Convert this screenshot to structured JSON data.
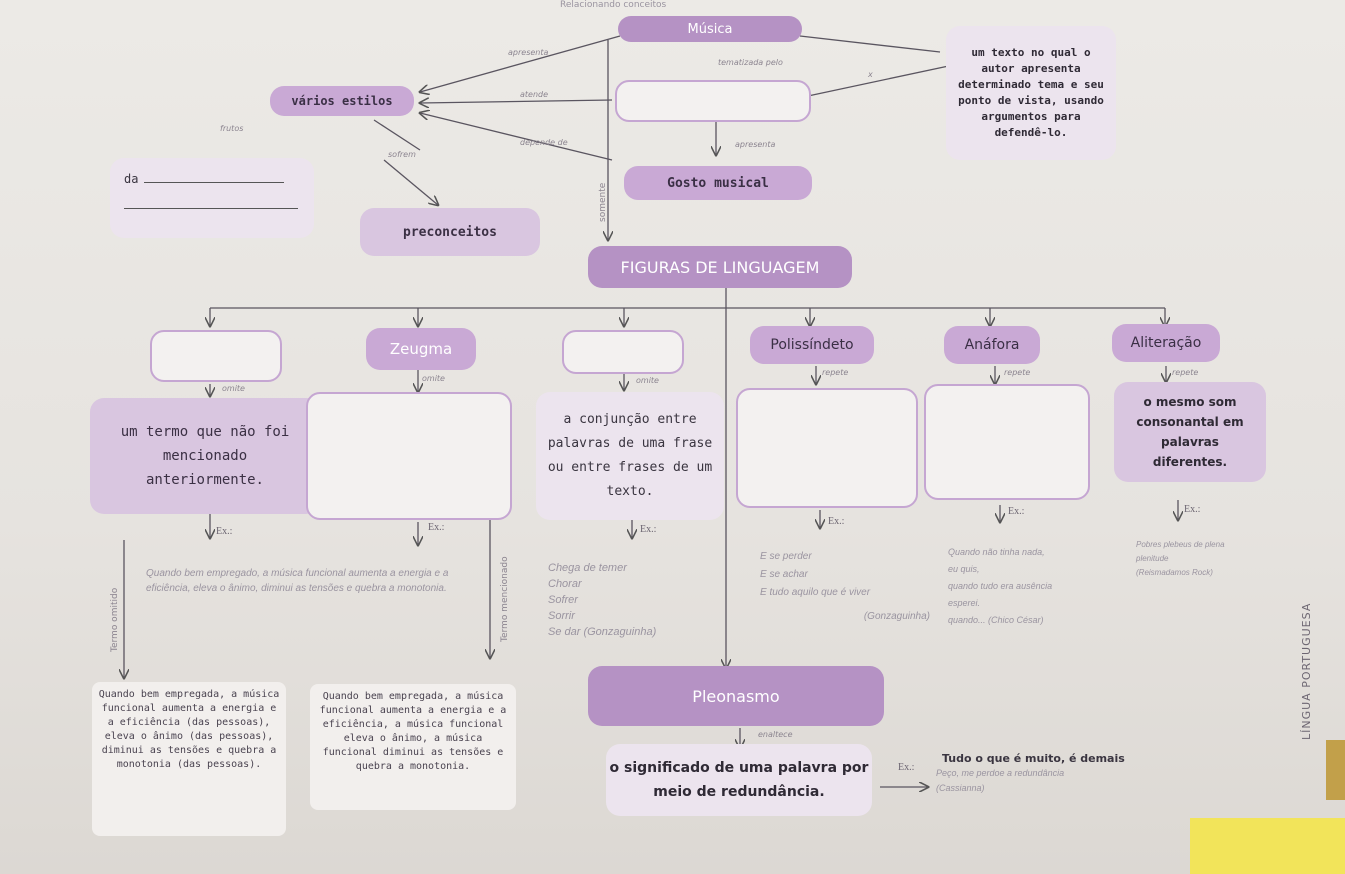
{
  "header": {
    "top_text": "Relacionando conceitos"
  },
  "nodes": {
    "musica": "Música",
    "definition": "um texto no qual o autor apresenta determinado tema e seu ponto de vista, usando argumentos para defendê-lo.",
    "varios_estilos": "vários estilos",
    "blank_top_center": "",
    "da": "da",
    "gosto_musical": "Gosto musical",
    "preconceitos": "preconceitos",
    "figuras": "FIGURAS DE LINGUAGEM",
    "zeugma": "Zeugma",
    "polissindeto": "Polissíndeto",
    "anafora": "Anáfora",
    "aliteracao": "Aliteração",
    "pleonasmo": "Pleonasmo"
  },
  "edge_labels": {
    "apresenta_top": "apresenta",
    "tematizada_pelo": "tematizada pelo",
    "x": "x",
    "atende": "atende",
    "depende_de": "depende de",
    "apresenta_mid": "apresenta",
    "frutos": "frutos",
    "sofrem": "sofrem",
    "somente": "somente",
    "omite_1": "omite",
    "omite_2": "omite",
    "omite_3": "omite",
    "repete_1": "repete",
    "repete_2": "repete",
    "repete_3": "repete",
    "enaltece": "enaltece"
  },
  "definitions": {
    "elipse": "um termo que não foi mencionado anteriormente.",
    "assindeto": "a conjunção entre palavras de uma frase ou entre frases de um texto.",
    "aliteracao": "o mesmo som consonantal em palavras diferentes.",
    "pleonasmo": "o significado de uma palavra por meio de redundância."
  },
  "examples": {
    "ex": "Ex.:",
    "elipse_quote": "Quando bem empregado, a música funcional aumenta a energia e a eficiência, eleva o ânimo, diminui as tensões e quebra a monotonia.",
    "termo_omitido": "Termo omitido",
    "termo_mencionado": "Termo mencionado",
    "assindeto_lines": [
      "Chega de temer",
      "Chorar",
      "Sofrer",
      "Sorrir",
      "Se dar (Gonzaguinha)"
    ],
    "polissindeto_lines": [
      "E se perder",
      "E se achar",
      "E tudo aquilo que é viver",
      "(Gonzaguinha)"
    ],
    "anafora_lines": [
      "Quando não tinha nada,",
      "eu quis,",
      "quando tudo era ausência",
      "esperei.",
      "quando... (Chico César)"
    ],
    "aliteracao_lines": [
      "Pobres plebeus de plena",
      "plenitude",
      "(Reismadamos Rock)"
    ],
    "pleonasmo_title": "Tudo o que é muito, é demais",
    "pleonasmo_lines": [
      "Peço, me perdoe a redundância",
      "(Cassianna)"
    ]
  },
  "cards": {
    "left": "Quando bem empregada, a música funcional aumenta a energia e a eficiência (das pessoas), eleva o ânimo (das pessoas), diminui as tensões e quebra a monotonia (das pessoas).",
    "center": "Quando bem empregada, a música funcional aumenta a energia e a eficiência, a música funcional eleva o ânimo, a música funcional diminui as tensões e quebra a monotonia."
  },
  "side_tab": "LÍNGUA PORTUGUESA",
  "colors": {
    "purple": "#b592c4",
    "lilac": "#c9a9d5",
    "pale": "#ece4ee",
    "accent_yellow": "#f2e45a"
  }
}
